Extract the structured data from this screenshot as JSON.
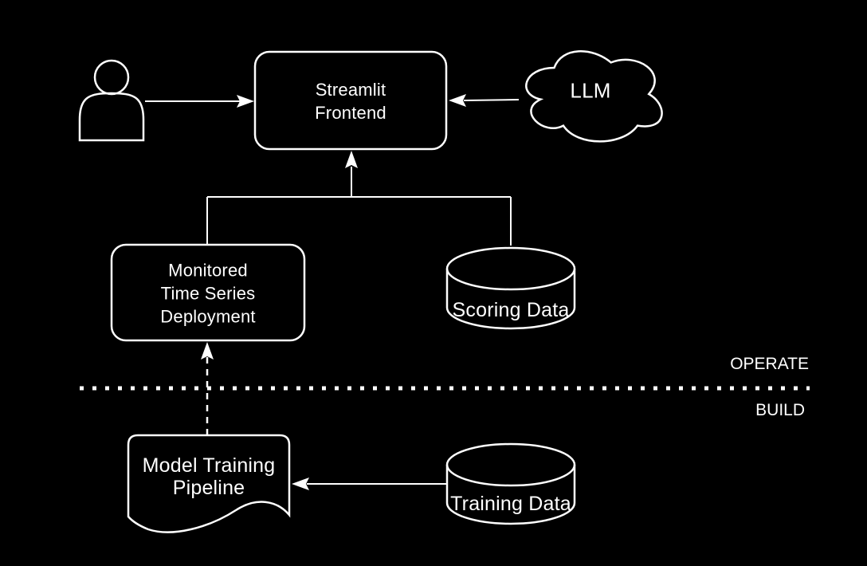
{
  "diagram": {
    "background_color": "#000000",
    "stroke_color": "#ffffff",
    "text_color": "#ffffff",
    "nodes": {
      "user": {
        "shape": "person-actor",
        "label": ""
      },
      "frontend": {
        "shape": "rounded-rectangle",
        "label": "Streamlit\nFrontend"
      },
      "llm": {
        "shape": "cloud",
        "label": "LLM"
      },
      "deployment": {
        "shape": "rounded-rectangle",
        "label": "Monitored\nTime Series\nDeployment"
      },
      "scoring": {
        "shape": "database-cylinder",
        "label": "Scoring Data"
      },
      "pipeline": {
        "shape": "document",
        "label": "Model Training\nPipeline"
      },
      "training": {
        "shape": "database-cylinder",
        "label": "Training Data"
      }
    },
    "zones": {
      "operate": "OPERATE",
      "build": "BUILD",
      "divider_style": "dotted"
    },
    "edges": [
      {
        "from": "user",
        "to": "frontend",
        "style": "solid-arrow"
      },
      {
        "from": "llm",
        "to": "frontend",
        "style": "solid-arrow"
      },
      {
        "from": "deployment",
        "to": "frontend",
        "style": "solid-arrow-branch"
      },
      {
        "from": "scoring",
        "to": "frontend",
        "style": "solid-arrow-branch"
      },
      {
        "from": "pipeline",
        "to": "deployment",
        "style": "dashed-arrow"
      },
      {
        "from": "training",
        "to": "pipeline",
        "style": "solid-arrow"
      }
    ]
  }
}
